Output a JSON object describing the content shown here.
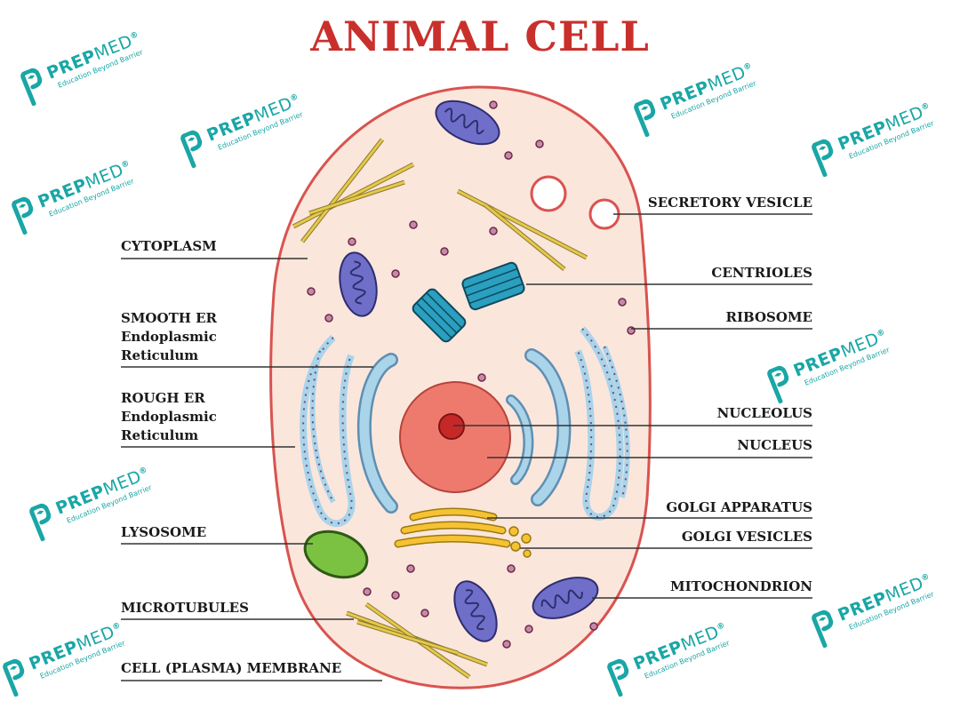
{
  "title": "ANIMAL CELL",
  "labels_left": [
    {
      "id": "cytoplasm",
      "text": "CYTOPLASM"
    },
    {
      "id": "smooth-er",
      "text": "SMOOTH ER\nEndoplasmic\nReticulum"
    },
    {
      "id": "rough-er",
      "text": "ROUGH ER\nEndoplasmic\nReticulum"
    },
    {
      "id": "lysosome",
      "text": "LYSOSOME"
    },
    {
      "id": "microtubules",
      "text": "MICROTUBULES"
    },
    {
      "id": "cell-membrane",
      "text": "CELL (PLASMA) MEMBRANE"
    }
  ],
  "labels_right": [
    {
      "id": "secretory-vesicle",
      "text": "SECRETORY VESICLE"
    },
    {
      "id": "centrioles",
      "text": "CENTRIOLES"
    },
    {
      "id": "ribosome",
      "text": "RIBOSOME"
    },
    {
      "id": "nucleolus",
      "text": "NUCLEOLUS"
    },
    {
      "id": "nucleus",
      "text": "NUCLEUS"
    },
    {
      "id": "golgi-apparatus",
      "text": "GOLGI APPARATUS"
    },
    {
      "id": "golgi-vesicles",
      "text": "GOLGI VESICLES"
    },
    {
      "id": "mitochondrion",
      "text": "MITOCHONDRION"
    }
  ],
  "watermark": {
    "name_bold": "PREP",
    "name_light": "MED",
    "registered": "®",
    "tagline": "Education Beyond Barrier",
    "color": "#1aa6a6"
  },
  "colors": {
    "title": "#c9302c",
    "membrane": "#d9534f",
    "cytoplasm": "#fbe6dc",
    "nucleus": "#ee7a6e",
    "nucleolus": "#c62828",
    "er": "#a9d4ea",
    "golgi": "#f6c232",
    "lysosome": "#7cc242",
    "mitochondria": "#6f6fc9",
    "centrioles": "#2a9fc0",
    "microtubules": "#e6c84a"
  }
}
